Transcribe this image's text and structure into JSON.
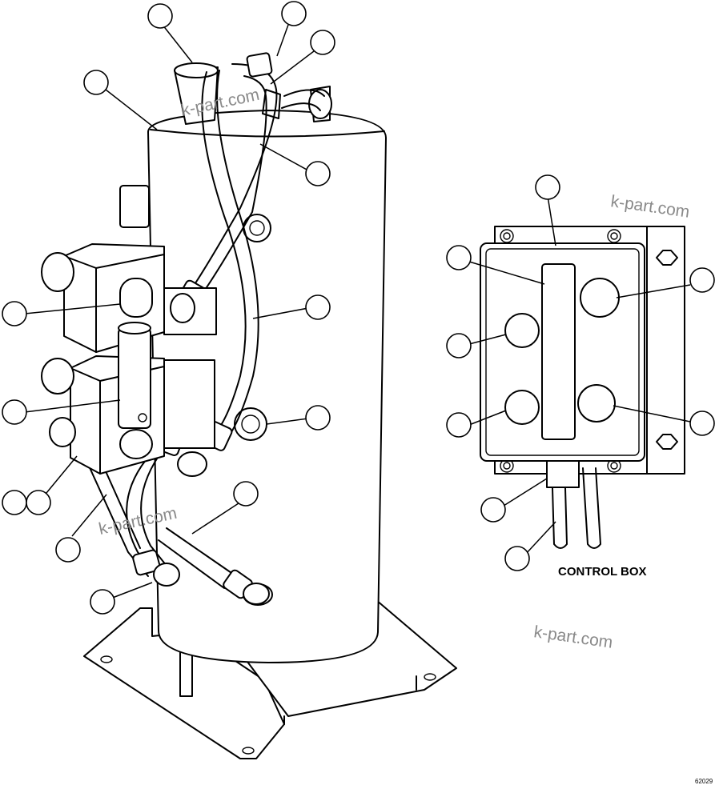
{
  "labels": {
    "control_box": "CONTROL BOX",
    "drawing_number": "62029"
  },
  "watermarks": [
    "k-part.com",
    "k-part.com",
    "k-part.com",
    "k-part.com"
  ]
}
